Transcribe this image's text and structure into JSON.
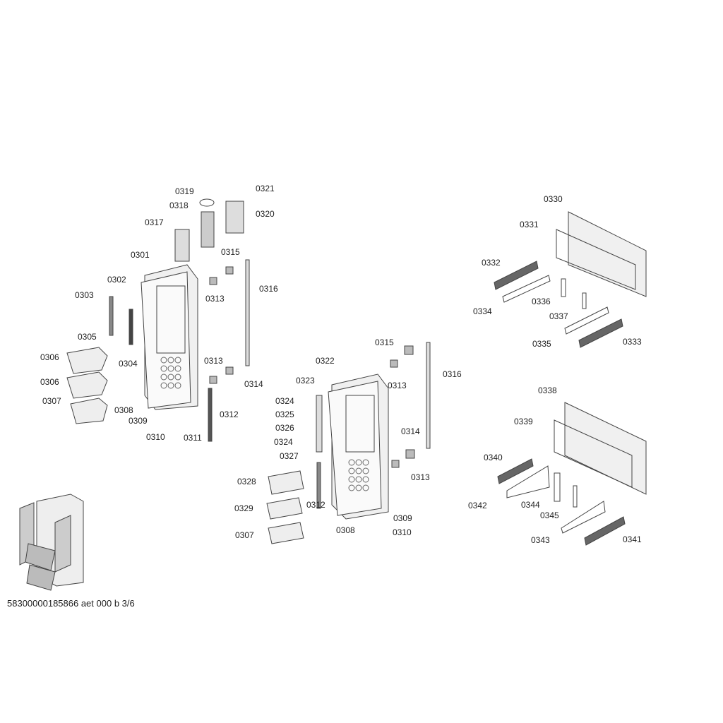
{
  "diagram": {
    "type": "exploded-parts-diagram",
    "footer_code": "58300000185866 aet 000 b 3/6",
    "labels": [
      "0319",
      "0321",
      "0318",
      "0320",
      "0317",
      "0301",
      "0315",
      "0302",
      "0316",
      "0313",
      "0303",
      "0305",
      "0304",
      "0306",
      "0313",
      "0314",
      "0306",
      "0307",
      "0308",
      "0312",
      "0309",
      "0310",
      "0311",
      "0315",
      "0316",
      "0322",
      "0323",
      "0313",
      "0324",
      "0325",
      "0326",
      "0324",
      "0327",
      "0314",
      "0313",
      "0328",
      "0312",
      "0329",
      "0309",
      "0308",
      "0310",
      "0307",
      "0330",
      "0331",
      "0332",
      "0334",
      "0336",
      "0337",
      "0335",
      "0333",
      "0338",
      "0339",
      "0340",
      "0342",
      "0344",
      "0345",
      "0343",
      "0341"
    ]
  }
}
